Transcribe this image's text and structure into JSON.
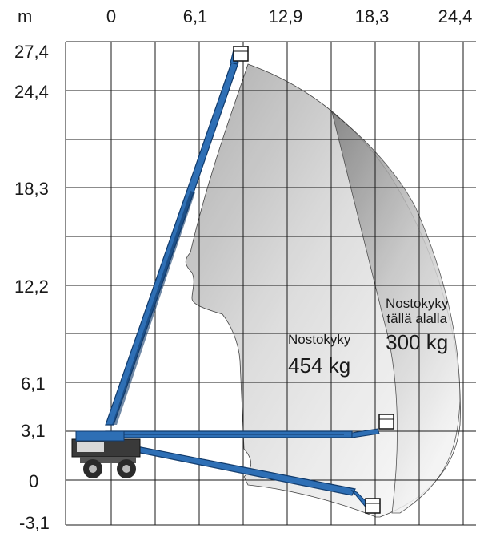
{
  "unit_label": "m",
  "x_ticks": [
    "0",
    "6,1",
    "12,9",
    "18,3",
    "24,4"
  ],
  "y_ticks": [
    "27,4",
    "24,4",
    "18,3",
    "12,2",
    "6,1",
    "3,1",
    "0",
    "-3,1"
  ],
  "zone_outer": {
    "title": "Nostokyky",
    "value": "454 kg"
  },
  "zone_inner": {
    "title_line1": "Nostokyky",
    "title_line2": "tällä alalla",
    "value": "300 kg"
  },
  "colors": {
    "grid": "#1a1a1a",
    "boom": "#2e6fb5",
    "boom_dark": "#103a6b",
    "envelope_light": "#f2f2f2",
    "envelope_dark": "#8d8d8d",
    "machine_body": "#3a3a3a"
  },
  "icons": [
    "boom-lift-machine",
    "work-platform-basket"
  ]
}
